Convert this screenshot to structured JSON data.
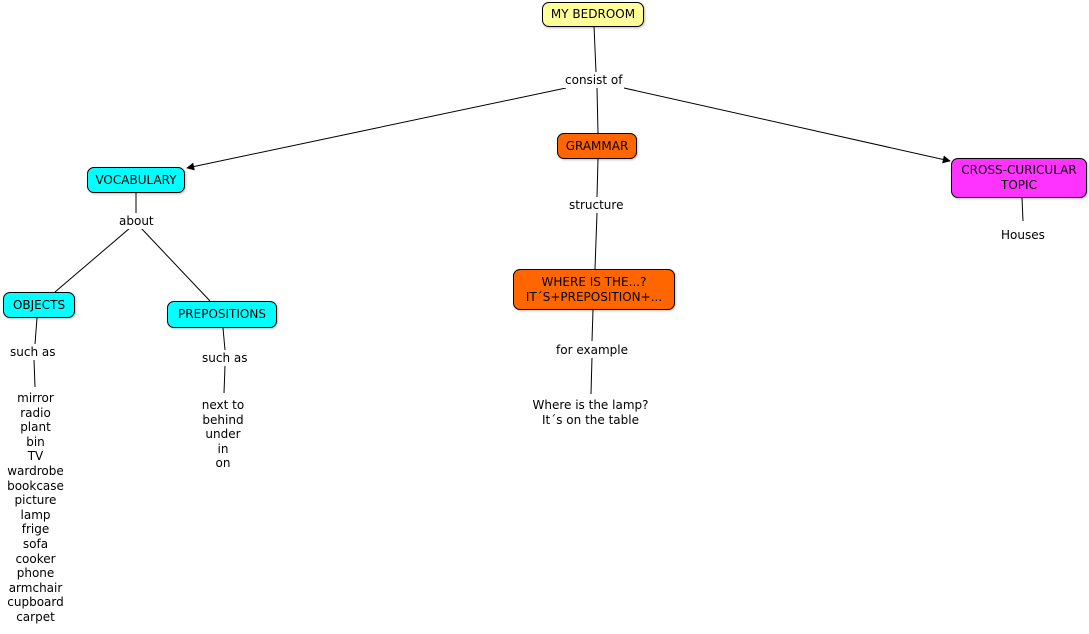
{
  "colors": {
    "root": "#ffff99",
    "cyan": "#00ffff",
    "orange": "#ff6600",
    "magenta": "#ff33ff",
    "line": "#000000"
  },
  "nodes": {
    "my_bedroom": "MY BEDROOM",
    "vocabulary": "VOCABULARY",
    "grammar": "GRAMMAR",
    "cross_curricular": "CROSS-CURICULAR\nTOPIC",
    "objects": "OBJECTS",
    "prepositions": "PREPOSITIONS",
    "where_is": "WHERE IS THE...?\nIT´S+PREPOSITION+..."
  },
  "links": {
    "consist_of": "consist of",
    "about": "about",
    "structure": "structure",
    "objects_such_as": "such as",
    "prepositions_such_as": "such as",
    "for_example": "for example"
  },
  "texts": {
    "houses": "Houses",
    "objects_list": "mirror\nradio\nplant\nbin\nTV\nwardrobe\nbookcase\npicture\nlamp\nfrige\nsofa\ncooker\nphone\narmchair\ncupboard\ncarpet",
    "prepositions_list": "next to\nbehind\nunder\nin\non",
    "example": "Where is the lamp?\nIt´s on the table"
  }
}
